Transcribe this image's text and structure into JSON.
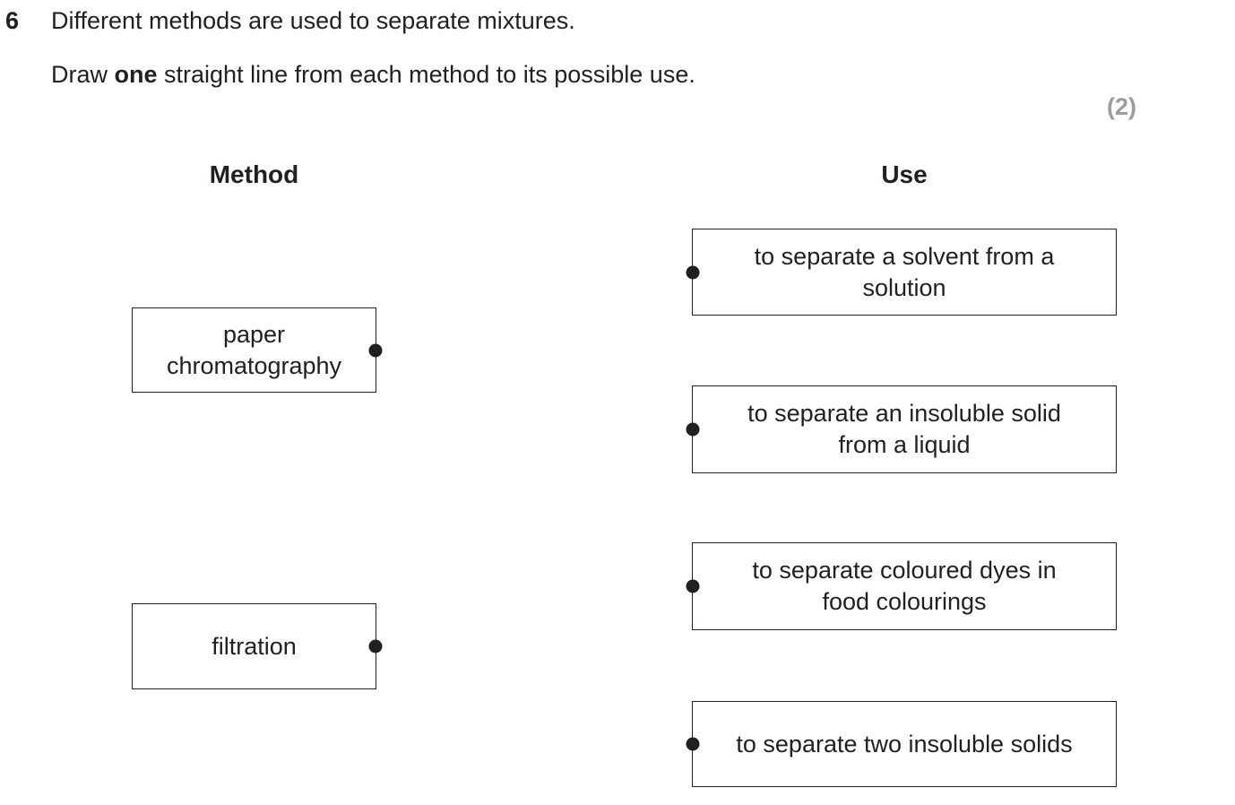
{
  "question": {
    "number": "6",
    "intro": "Different methods are used to separate mixtures.",
    "instruction": {
      "prefix": "Draw ",
      "bold": "one",
      "suffix": " straight line from each method to its possible use."
    },
    "marks": "(2)"
  },
  "columns": {
    "method": "Method",
    "use": "Use"
  },
  "methods": [
    {
      "label": "paper\nchromatography"
    },
    {
      "label": "filtration"
    }
  ],
  "uses": [
    {
      "label": "to separate a solvent from a\nsolution"
    },
    {
      "label": "to separate an insoluble solid\nfrom a liquid"
    },
    {
      "label": "to separate coloured dyes in\nfood colourings"
    },
    {
      "label": "to separate two insoluble solids"
    }
  ],
  "colors": {
    "text": "#231f20",
    "marks_gray": "#9b9da0",
    "border": "#231f20",
    "background": "#ffffff"
  }
}
